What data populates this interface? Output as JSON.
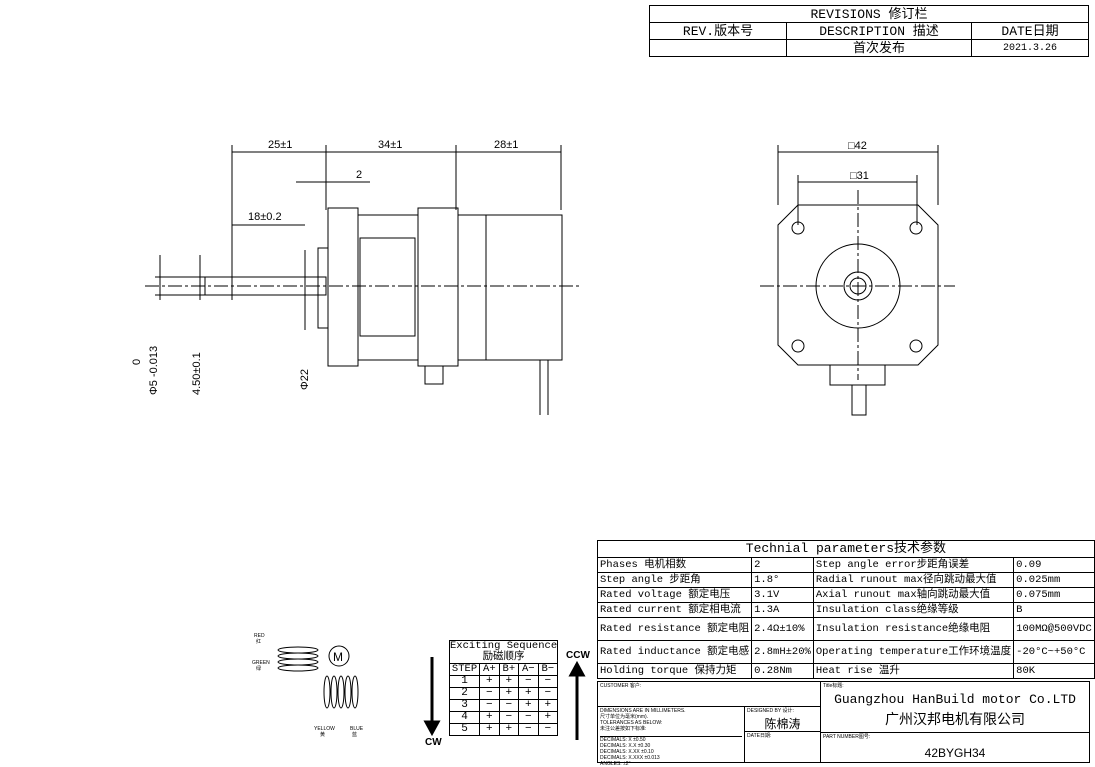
{
  "revisions": {
    "title": "REVISIONS 修订栏",
    "col_rev": "REV.版本号",
    "col_desc": "DESCRIPTION 描述",
    "col_date": "DATE日期",
    "row_desc": "首次发布",
    "row_date": "2021.3.26"
  },
  "front_view": {
    "dim_len_a": "25±1",
    "dim_len_b": "34±1",
    "dim_len_c": "28±1",
    "dim_2": "2",
    "dim_shaft": "18±0.2",
    "dim_flat": "4.50±0.1",
    "dim_dia_shaft": "Φ5 -0.013",
    "dim_dia_shaft_top": "0",
    "dim_boss": "Φ22"
  },
  "side_view": {
    "dim_42": "□42",
    "dim_31": "□31"
  },
  "wiring": {
    "red": "RED",
    "red_cn": "红",
    "green": "GREEN",
    "green_cn": "绿",
    "yellow": "YELLOW",
    "yellow_cn": "黄",
    "blue": "BLUE",
    "blue_cn": "蓝",
    "motor": "M"
  },
  "sequence": {
    "title": "Exciting Sequence",
    "title_cn": "励磁顺序",
    "ccw": "CCW",
    "cw": "CW",
    "headers": [
      "STEP",
      "A+",
      "B+",
      "A−",
      "B−"
    ],
    "rows": [
      [
        "1",
        "+",
        "+",
        "−",
        "−"
      ],
      [
        "2",
        "−",
        "+",
        "+",
        "−"
      ],
      [
        "3",
        "−",
        "−",
        "+",
        "+"
      ],
      [
        "4",
        "+",
        "−",
        "−",
        "+"
      ],
      [
        "5",
        "+",
        "+",
        "−",
        "−"
      ]
    ]
  },
  "params": {
    "title": "Technial parameters技术参数",
    "rows": [
      {
        "l1": "Phases 电机相数",
        "v1": "2",
        "l2": "Step angle error步距角误差",
        "v2": "0.09"
      },
      {
        "l1": "Step angle 步距角",
        "v1": "1.8°",
        "l2": "Radial runout max径向跳动最大值",
        "v2": "0.025mm"
      },
      {
        "l1": "Rated voltage 额定电压",
        "v1": "3.1V",
        "l2": "Axial runout max轴向跳动最大值",
        "v2": "0.075mm"
      },
      {
        "l1": "Rated current 额定相电流",
        "v1": "1.3A",
        "l2": "Insulation class绝缘等级",
        "v2": "B"
      },
      {
        "l1": "Rated resistance 额定电阻",
        "v1": "2.4Ω±10%",
        "l2": "Insulation resistance绝缘电阻",
        "v2": "100MΩ@500VDC"
      },
      {
        "l1": "Rated inductance 额定电感",
        "v1": "2.8mH±20%",
        "l2": "Operating temperature工作环境温度",
        "v2": "-20°C~+50°C"
      },
      {
        "l1": "Holding torque 保持力矩",
        "v1": "0.28Nm",
        "l2": "Heat rise 温升",
        "v2": "80K"
      }
    ]
  },
  "titleblock": {
    "customer": "CUSTOMER 客户:",
    "title_label": "Title标题:",
    "company_en": "Guangzhou HanBuild motor Co.LTD",
    "company_cn": "广州汉邦电机有限公司",
    "notes": [
      "DIMENSIONS ARE IN MILLIMETERS.",
      "尺寸单位为毫米(mm).",
      "TOLERANCES AS BELOW:",
      "未注公差按如下标准:"
    ],
    "decimals": [
      "DECIMALS: X   ±0.50",
      "DECIMALS: X.X  ±0.30",
      "DECIMALS: X.XX  ±0.10",
      "DECIMALS: X.XXX ±0.013",
      "ANGLES: ±2°"
    ],
    "designed_by": "DESIGNED BY 设计:",
    "designer": "陈棉涛",
    "date_label": "DATE日期:",
    "part_label": "PART NUMBER图号:",
    "part_number": "42BYGH34"
  }
}
